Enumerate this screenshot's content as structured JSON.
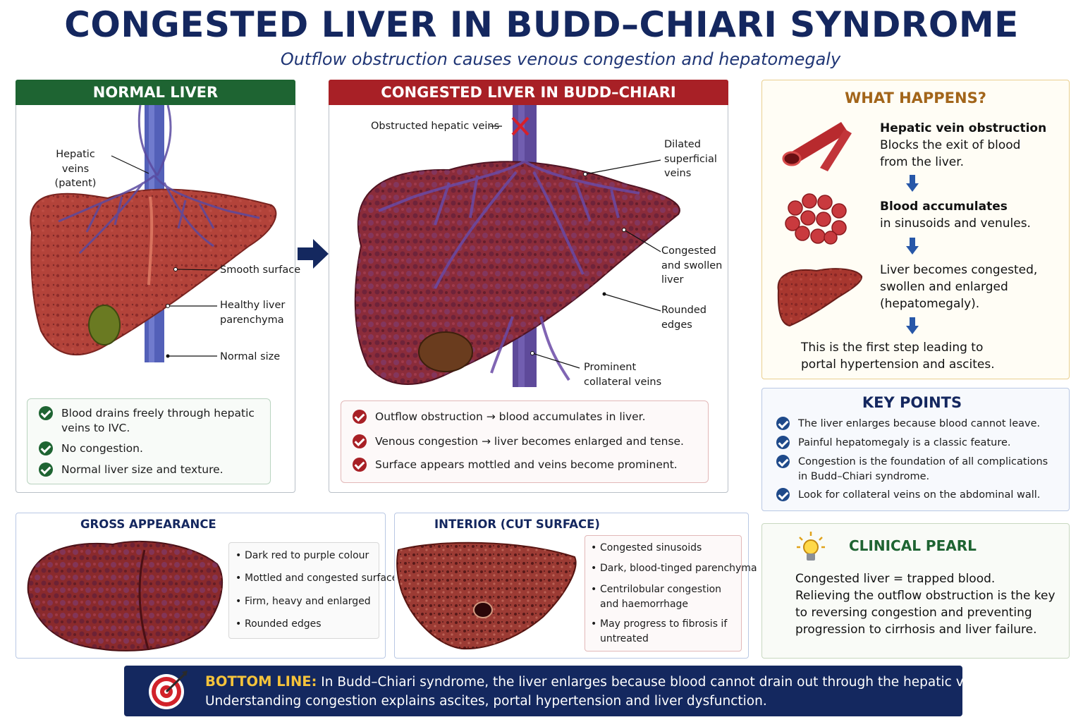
{
  "title": "CONGESTED LIVER IN BUDD–CHIARI SYNDROME",
  "subtitle": "Outflow obstruction causes venous congestion and hepatomegaly",
  "colors": {
    "navy": "#14275f",
    "green": "#1e6432",
    "red": "#a82026",
    "gold": "#a2651a",
    "blue_check": "#1f4a8a"
  },
  "normal": {
    "header": "NORMAL LIVER",
    "labels": {
      "veins_line1": "Hepatic veins",
      "veins_line2": "(patent)",
      "smooth": "Smooth surface",
      "healthy_line1": "Healthy liver",
      "healthy_line2": "parenchyma",
      "size": "Normal size"
    },
    "checks": [
      {
        "line1": "Blood drains freely through hepatic",
        "line2": "veins to IVC."
      },
      {
        "line1": "No congestion.",
        "line2": ""
      },
      {
        "line1": "Normal liver size and texture.",
        "line2": ""
      }
    ]
  },
  "congested": {
    "header": "CONGESTED LIVER IN BUDD–CHIARI",
    "labels": {
      "obstructed": "Obstructed hepatic veins",
      "dilated_line1": "Dilated",
      "dilated_line2": "superficial",
      "dilated_line3": "veins",
      "swollen_line1": "Congested",
      "swollen_line2": "and swollen",
      "swollen_line3": "liver",
      "rounded_line1": "Rounded",
      "rounded_line2": "edges",
      "collateral_line1": "Prominent",
      "collateral_line2": "collateral veins"
    },
    "checks": [
      "Outflow obstruction → blood accumulates in liver.",
      "Venous congestion → liver becomes enlarged and tense.",
      "Surface appears mottled and veins become prominent."
    ]
  },
  "what_happens": {
    "title": "WHAT HAPPENS?",
    "steps": [
      {
        "line1": "Hepatic vein obstruction",
        "line2": "Blocks the exit of blood",
        "line3": "from the liver.",
        "icon": "blood-vessel-icon"
      },
      {
        "line1": "Blood accumulates",
        "line2": "in sinusoids and venules.",
        "line3": "",
        "icon": "blood-cells-icon"
      },
      {
        "line1": "Liver becomes congested,",
        "line2": "swollen and enlarged",
        "line3": "(hepatomegaly).",
        "icon": "liver-icon"
      }
    ],
    "footer_line1": "This is the first step leading to",
    "footer_line2": "portal hypertension and ascites."
  },
  "key_points": {
    "title": "KEY POINTS",
    "items": [
      {
        "line1": "The liver enlarges because blood cannot leave.",
        "line2": ""
      },
      {
        "line1": "Painful hepatomegaly is a classic feature.",
        "line2": ""
      },
      {
        "line1": "Congestion is the foundation of all complications",
        "line2": "in Budd–Chiari syndrome."
      },
      {
        "line1": "Look for collateral veins on the abdominal wall.",
        "line2": ""
      }
    ]
  },
  "gross": {
    "title": "GROSS APPEARANCE",
    "bullets": [
      "Dark red to purple colour",
      "Mottled and congested surface",
      "Firm, heavy and enlarged",
      "Rounded edges"
    ]
  },
  "interior": {
    "title": "INTERIOR (CUT SURFACE)",
    "bullets": [
      {
        "line1": "Congested sinusoids",
        "line2": ""
      },
      {
        "line1": "Dark, blood-tinged parenchyma",
        "line2": ""
      },
      {
        "line1": "Centrilobular congestion",
        "line2": "and haemorrhage"
      },
      {
        "line1": "May progress to fibrosis if",
        "line2": "untreated"
      }
    ]
  },
  "pearl": {
    "title": "CLINICAL PEARL",
    "line1": "Congested liver = trapped blood.",
    "line2": "Relieving the outflow obstruction is the key",
    "line3": "to reversing congestion and preventing",
    "line4": "progression to cirrhosis and liver failure."
  },
  "bottom_line": {
    "label": "BOTTOM LINE:",
    "line1": "In Budd–Chiari syndrome, the liver enlarges because blood cannot drain out through the hepatic veins.",
    "line2": "Understanding congestion explains ascites, portal hypertension and liver dysfunction."
  }
}
